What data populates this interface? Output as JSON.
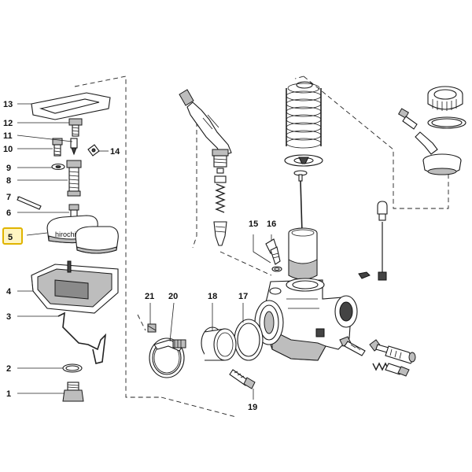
{
  "diagram": {
    "brand_text": "hirochi",
    "highlighted_callout": "5",
    "highlight_color": "#e0b400",
    "callouts": {
      "c1": "1",
      "c2": "2",
      "c3": "3",
      "c4": "4",
      "c5": "5",
      "c6": "6",
      "c7": "7",
      "c8": "8",
      "c9": "9",
      "c10": "10",
      "c11": "11",
      "c12": "12",
      "c13": "13",
      "c14": "14",
      "c15": "15",
      "c16": "16",
      "c17": "17",
      "c18": "18",
      "c19": "19",
      "c20": "20",
      "c21": "21"
    }
  }
}
